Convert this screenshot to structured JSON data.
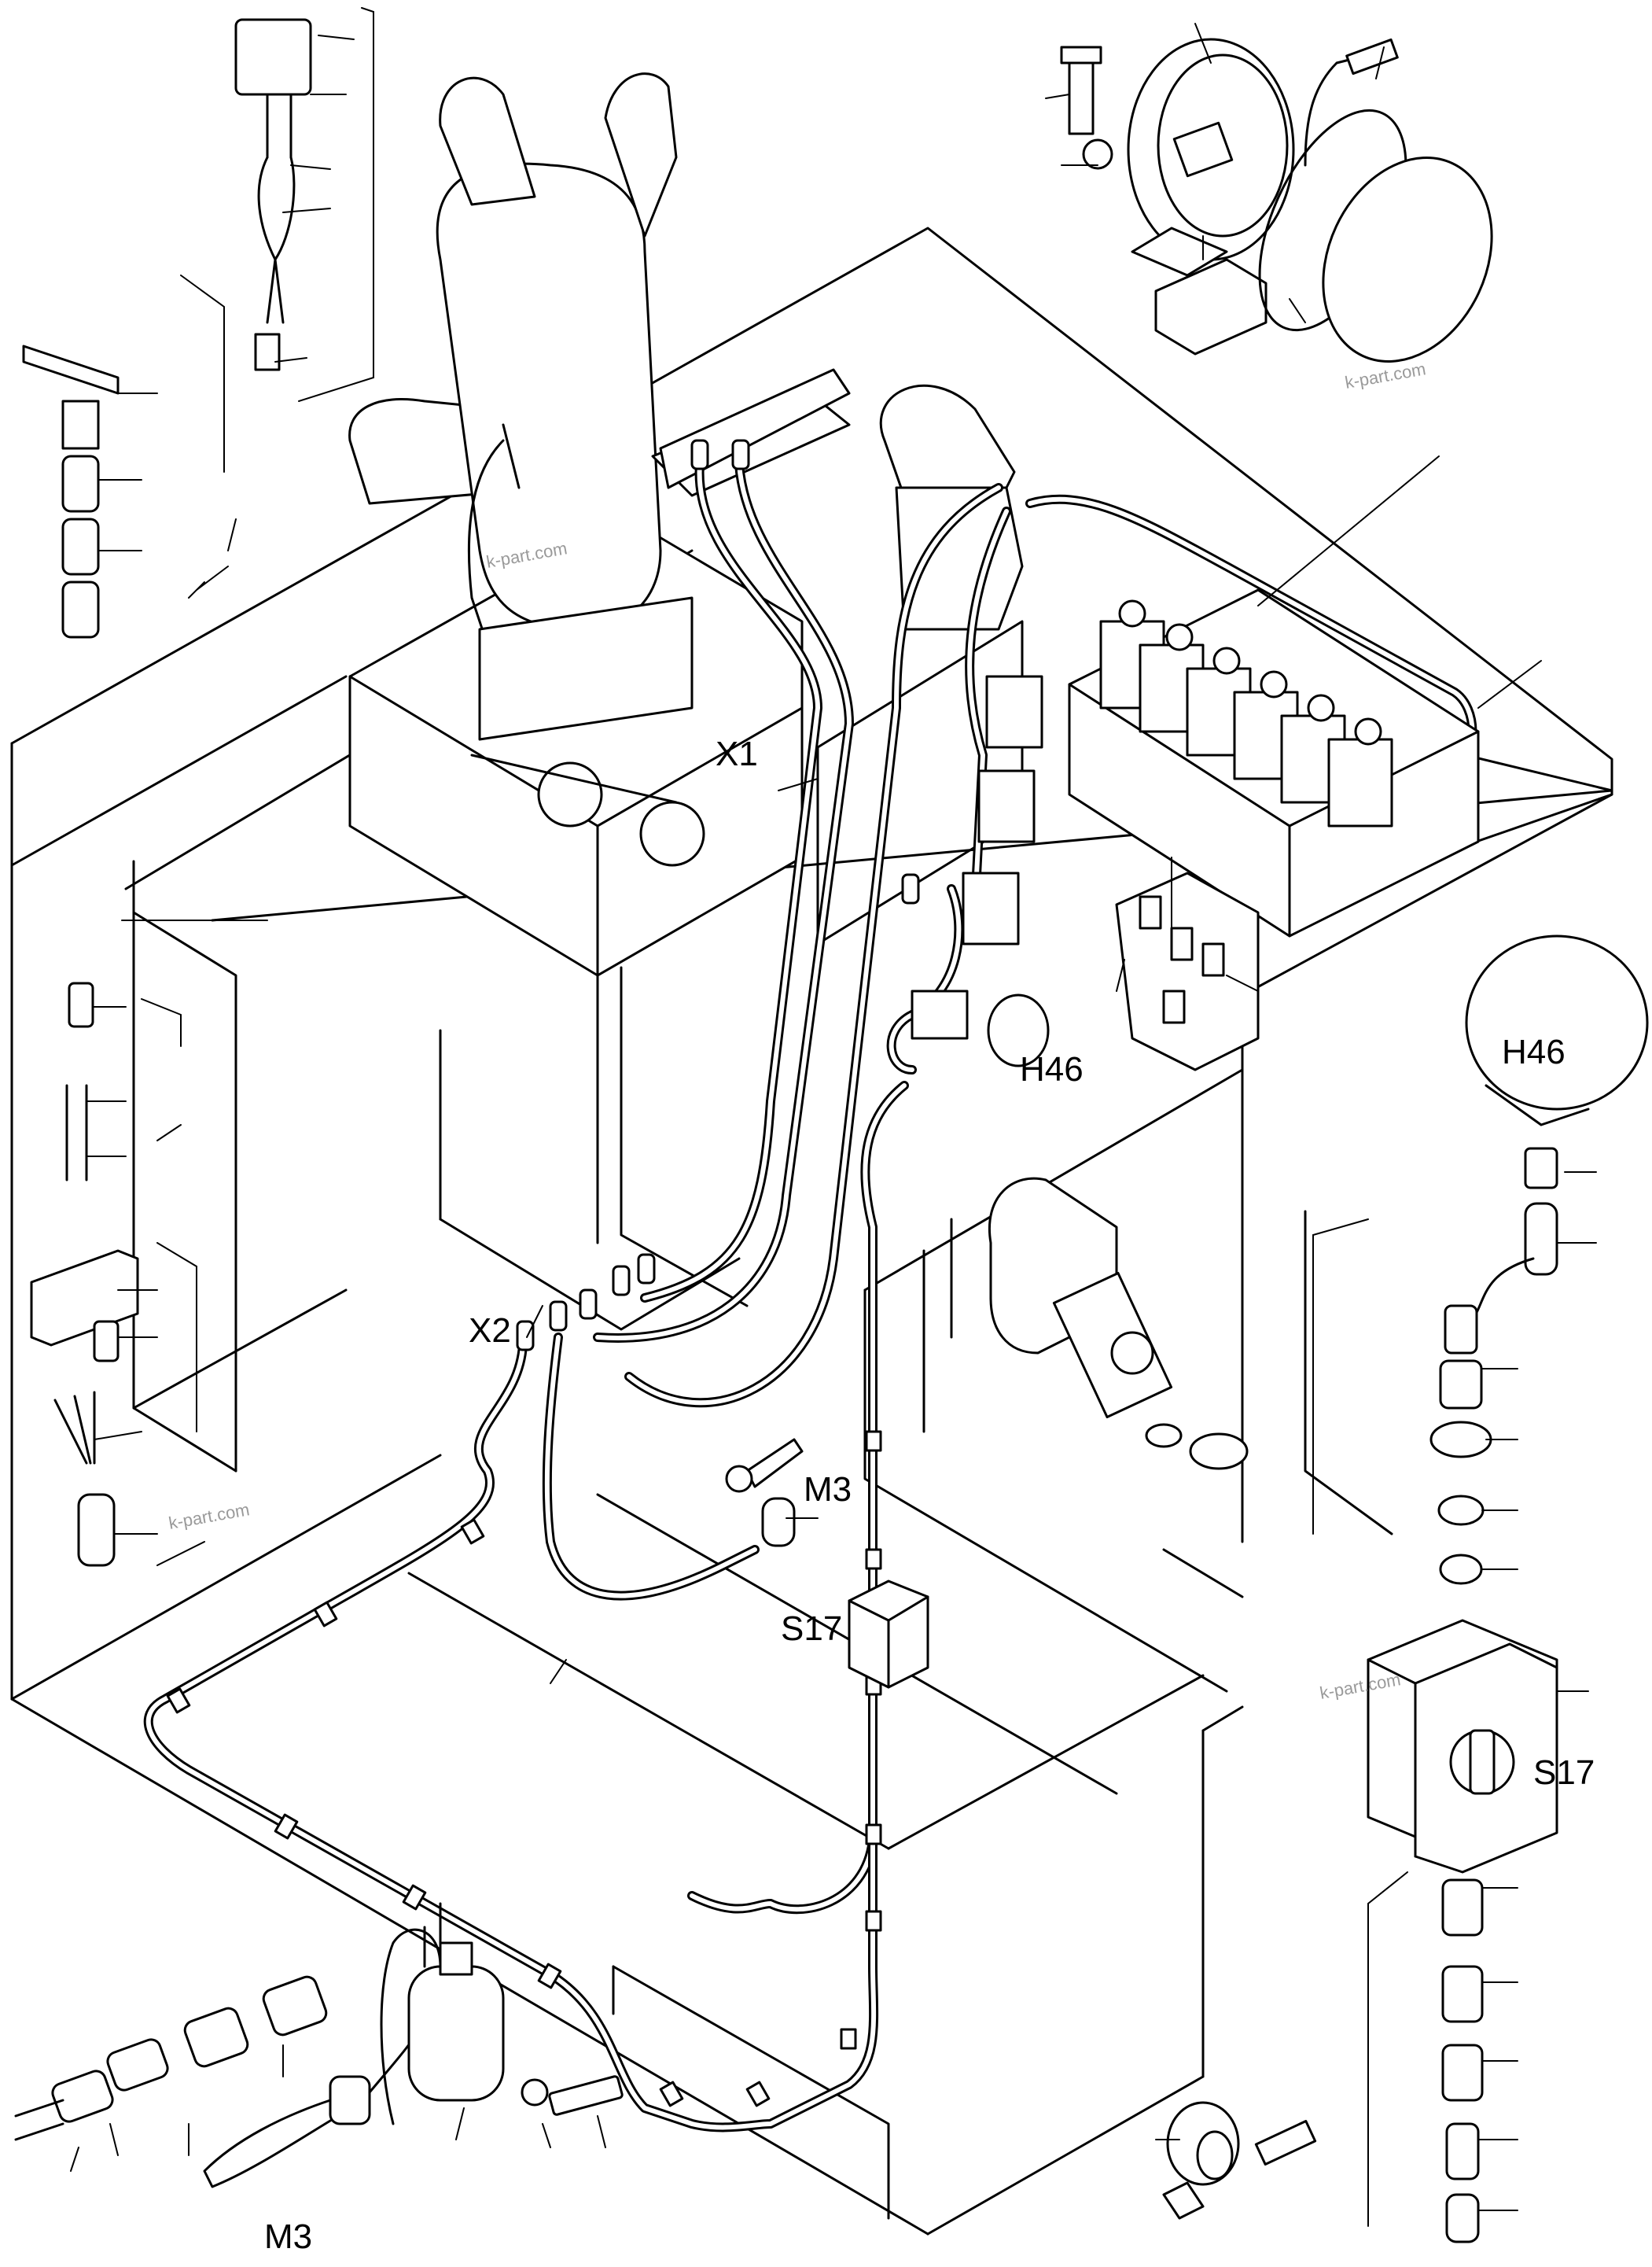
{
  "labels": {
    "x1": "X1",
    "x2": "X2",
    "h46_small": "H46",
    "h46_large": "H46",
    "m3_small": "M3",
    "m3_large": "M3",
    "s17_small": "S17",
    "s17_large": "S17"
  },
  "watermarks": [
    "k-part.com",
    "k-part.com",
    "k-part.com",
    "k-part.com"
  ],
  "colors": {
    "line": "#000000",
    "background": "#ffffff",
    "watermark": "#9a9a9a"
  }
}
